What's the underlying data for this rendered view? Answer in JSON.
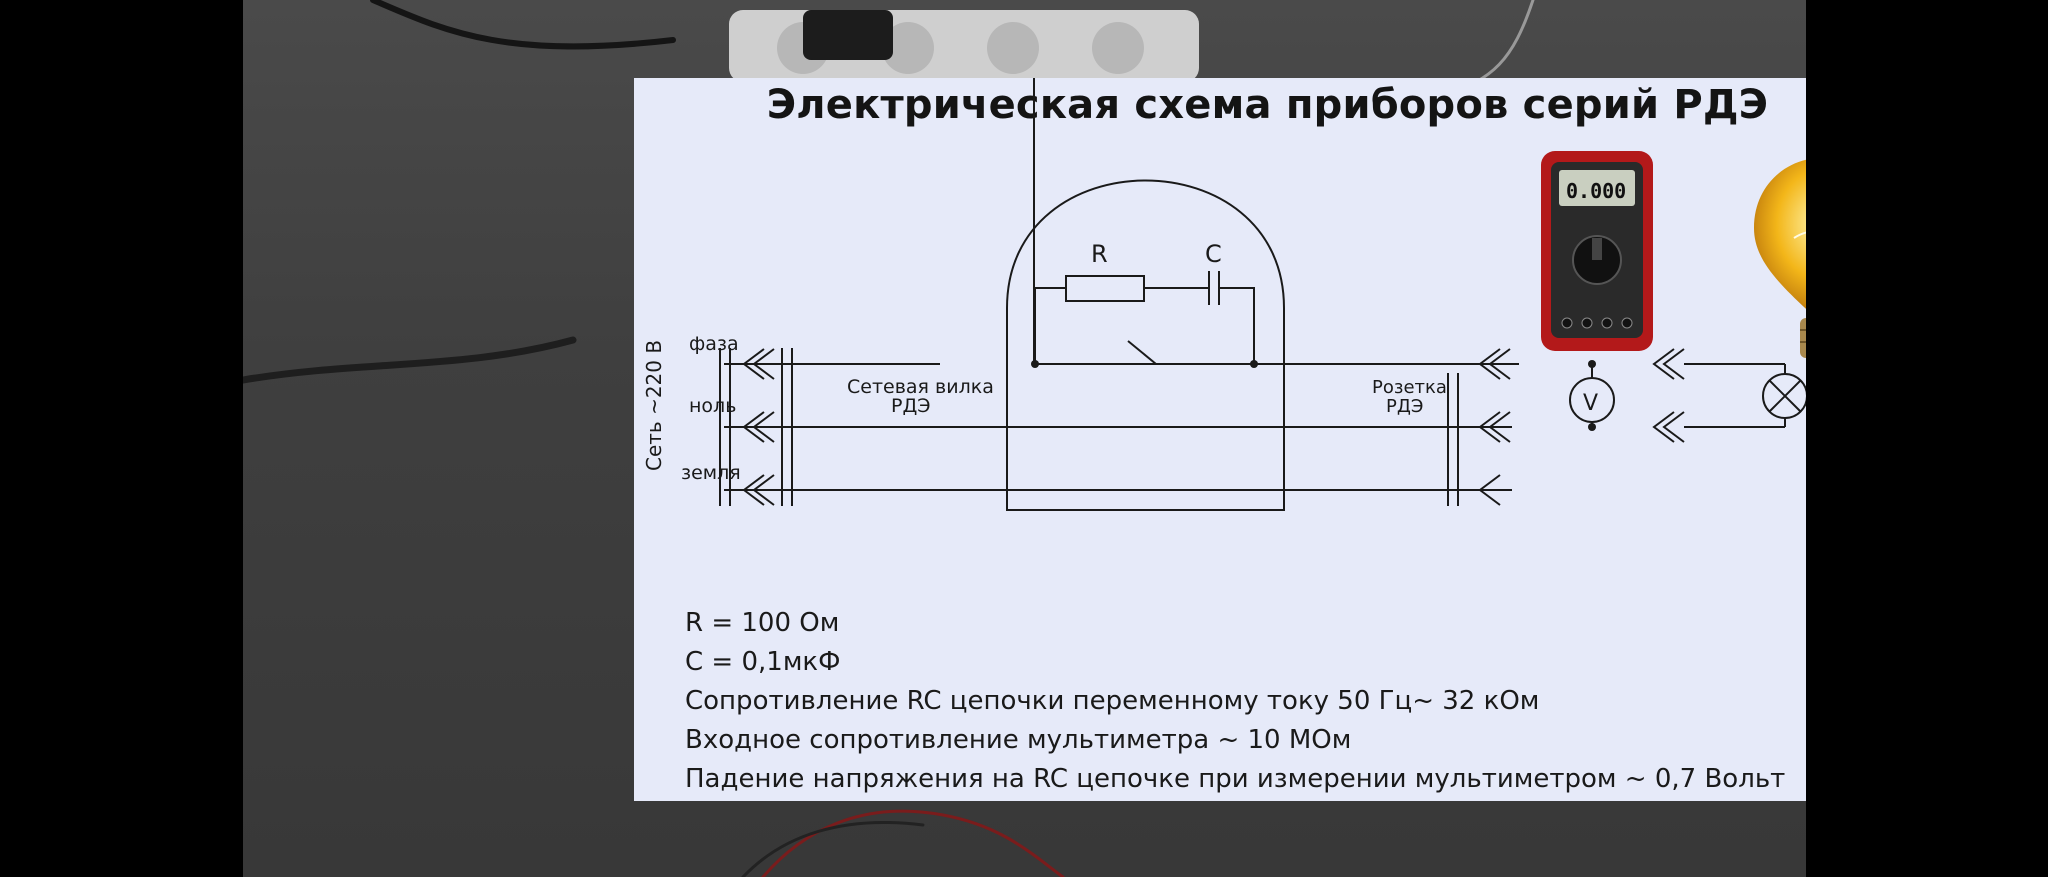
{
  "slide": {
    "title": "Электрическая схема приборов серий РДЭ",
    "mains_label": "Сеть ~220 В",
    "wire_labels": {
      "phase": "фаза",
      "neutral": "ноль",
      "ground": "земля"
    },
    "plug_label": [
      "Сетевая вилка",
      "РДЭ"
    ],
    "socket_label": [
      "Розетка",
      "РДЭ"
    ],
    "resistor_label": "R",
    "capacitor_label": "C",
    "voltmeter_symbol": "V",
    "notes": [
      "R = 100 Ом",
      "C = 0,1мкФ",
      "Сопротивление RC цепочки переменному току 50 Гц~ 32 кОм",
      "Входное сопротивление мультиметра ~ 10 МОм",
      "Падение напряжения на RC цепочке при измерении мультиметром ~ 0,7 Вольт"
    ],
    "multimeter_display": "0.000"
  }
}
